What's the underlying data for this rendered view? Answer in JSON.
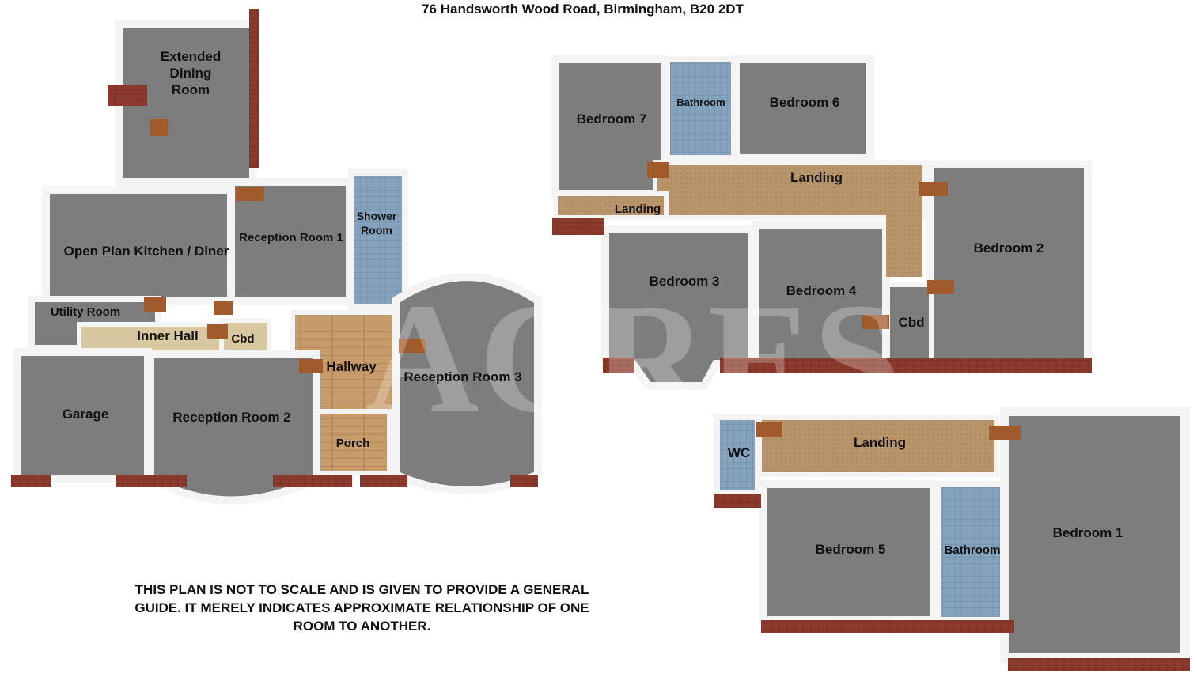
{
  "title": "76 Handsworth Wood Road, Birmingham, B20 2DT",
  "disclaimer": {
    "line1": "THIS PLAN IS NOT TO SCALE AND IS GIVEN TO PROVIDE A GENERAL",
    "line2": "GUIDE. IT MERELY INDICATES APPROXIMATE RELATIONSHIP OF ONE",
    "line3": "ROOM TO ANOTHER."
  },
  "watermark": "ACRES",
  "ground_floor": {
    "extended_dining_room": [
      "Extended",
      "Dining",
      "Room"
    ],
    "open_plan_kitchen": "Open Plan Kitchen / Diner",
    "reception_room_1": "Reception Room 1",
    "shower_room": [
      "Shower",
      "Room"
    ],
    "utility_room": "Utility Room",
    "inner_hall": "Inner Hall",
    "cbd": "Cbd",
    "hallway": "Hallway",
    "reception_room_3": "Reception Room 3",
    "garage": "Garage",
    "reception_room_2": "Reception Room 2",
    "porch": "Porch"
  },
  "first_floor": {
    "bedroom_7": "Bedroom 7",
    "bathroom": "Bathroom",
    "bedroom_6": "Bedroom 6",
    "landing_main": "Landing",
    "landing_small": "Landing",
    "bedroom_2": "Bedroom 2",
    "bedroom_3": "Bedroom 3",
    "bedroom_4": "Bedroom 4",
    "cbd": "Cbd"
  },
  "second_floor": {
    "wc": "WC",
    "landing": "Landing",
    "bedroom_5": "Bedroom 5",
    "bathroom": "Bathroom",
    "bedroom_1": "Bedroom 1"
  },
  "colors": {
    "wall": "#f4f4f4",
    "floor": "#7d7d7d",
    "brick": "#8b3a2c",
    "carpet": "#b8946a",
    "tile": "#7f9db8",
    "wood": "#c49a6a",
    "door": "#a05a2c"
  }
}
